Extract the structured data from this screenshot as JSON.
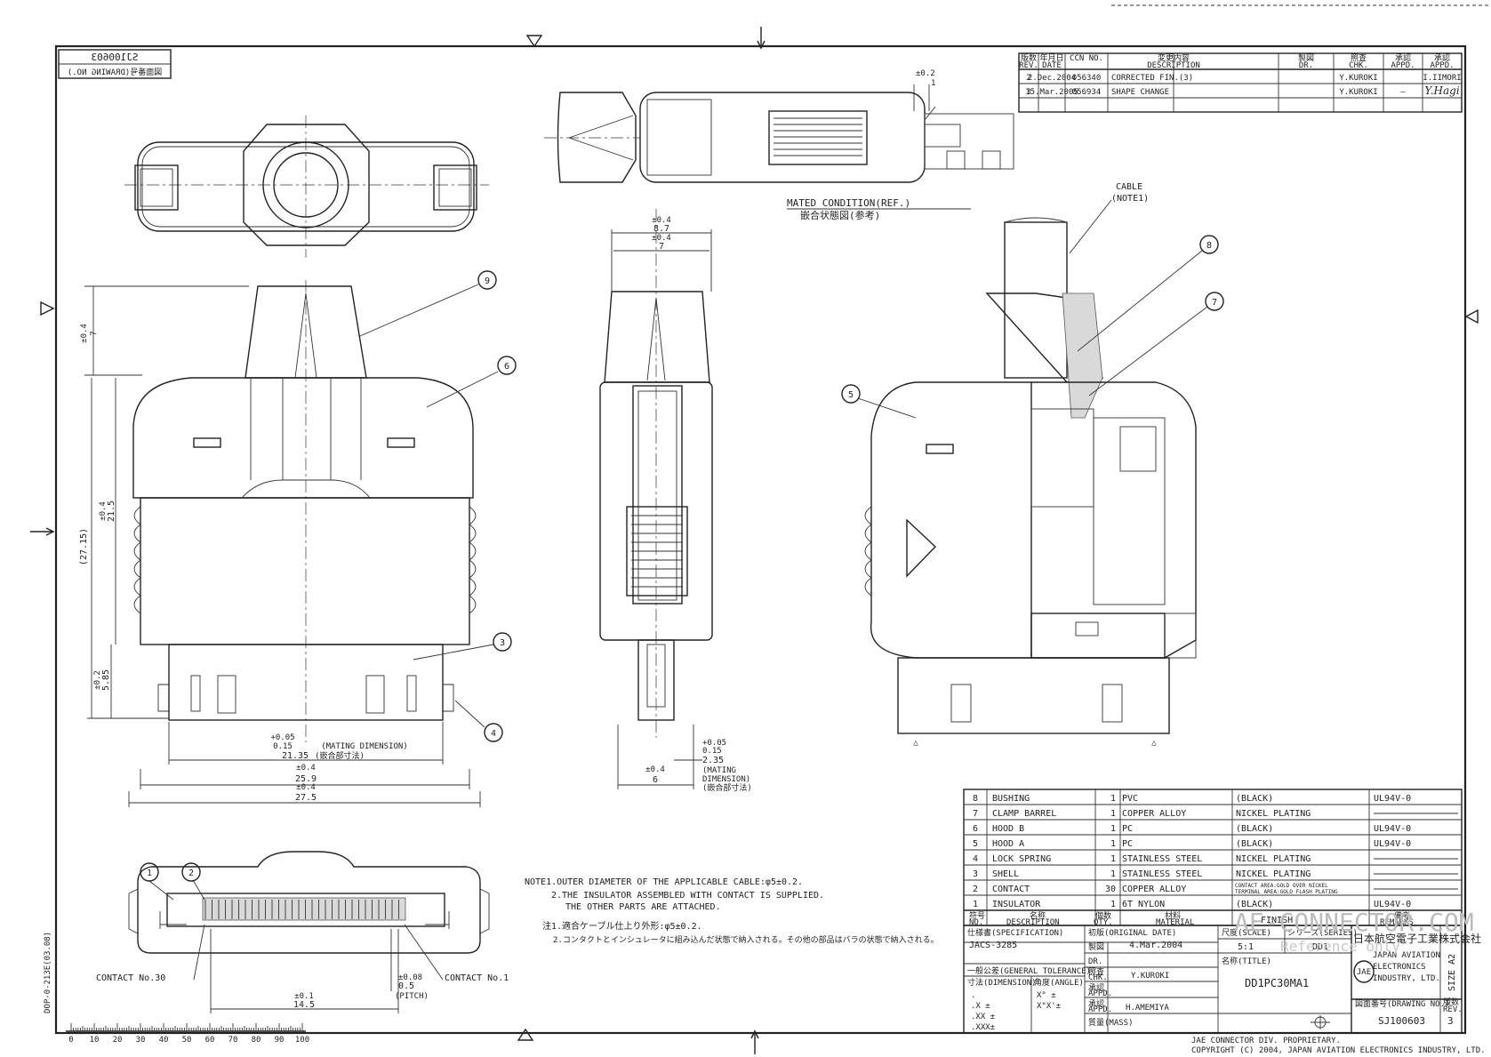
{
  "drawing": {
    "top_box": {
      "number_mirrored": "SJ100603",
      "label_mirrored": "図面番号(DRAWING NO.)"
    },
    "side_code": "DOP-0-213E(03.08)"
  },
  "revisions": {
    "headers": [
      "版数\nREV.",
      "年月日\nDATE",
      "CCN NO.",
      "変更内容\nDESCRIPTION",
      "製図\nDR.",
      "照査\nCHK.",
      "承認\nAPPD.",
      "承認\nAPPD."
    ],
    "rows": [
      [
        "2",
        "2.Dec.2004",
        "056340",
        "CORRECTED FIN.(3)",
        "",
        "Y.KUROKI",
        "",
        "I.IIMORI"
      ],
      [
        "3",
        "15.Mar.2005",
        "056934",
        "SHAPE CHANGE",
        "",
        "Y.KUROKI",
        "—",
        "Y.Hagi"
      ]
    ]
  },
  "views": {
    "mated_title_en": "MATED CONDITION(REF.)",
    "mated_title_jp": "嵌合状態図(参考)",
    "cable_label": "CABLE",
    "cable_note": "(NOTE1)",
    "callouts": [
      "1",
      "2",
      "4",
      "5",
      "6",
      "7",
      "8",
      "9"
    ]
  },
  "dimensions": {
    "top_tol_1": "±0.2",
    "top_val_1": "1",
    "d_40_4_a": "±0.4",
    "d_40_4_b": "7",
    "d_215_tol": "±0.4",
    "d_215": "21.5",
    "d_2715": "(27.15)",
    "d_585_tol": "±0.2",
    "d_585": "5.85",
    "d_2135_tol_a": "+0.05",
    "d_2135_tol_b": "0.15",
    "d_2135_note": "(MATING DIMENSION)",
    "d_2135": "21.35",
    "d_2135_jp": "(嵌合部寸法)",
    "d_259_tol": "±0.4",
    "d_259": "25.9",
    "d_275_tol": "±0.4",
    "d_275": "27.5",
    "d_87_tol": "±0.4",
    "d_87": "8.7",
    "d_7_tol": "±0.4",
    "d_7": "7",
    "d_6_tol": "±0.4",
    "d_6": "6",
    "d_235_tol_a": "+0.05",
    "d_235_tol_b": "0.15",
    "d_235": "2.35",
    "d_235_note_1": "(MATING",
    "d_235_note_2": "DIMENSION)",
    "d_235_jp": "(嵌合部寸法)",
    "d_145_tol": "±0.1",
    "d_145": "14.5",
    "d_05_tol": "±0.08",
    "d_05": "0.5",
    "d_05_note": "(PITCH)",
    "contact_30": "CONTACT No.30",
    "contact_1": "CONTACT No.1"
  },
  "notes": {
    "en_1": "NOTE1.OUTER DIAMETER OF THE APPLICABLE CABLE:φ5±0.2.",
    "en_2a": "2.THE INSULATOR ASSEMBLED WITH CONTACT IS SUPPLIED.",
    "en_2b": "THE OTHER PARTS ARE ATTACHED.",
    "jp_1": "注1.適合ケーブル仕上り外形:φ5±0.2.",
    "jp_2": "2.コンタクトとインシュレータに組み込んだ状態で納入される。その他の部品はバラの状態で納入される。"
  },
  "parts_list": {
    "rows": [
      {
        "no": "8",
        "desc": "BUSHING",
        "qty": "1",
        "mat": "PVC",
        "fin": "(BLACK)",
        "rem": "UL94V-0"
      },
      {
        "no": "7",
        "desc": "CLAMP BARREL",
        "qty": "1",
        "mat": "COPPER ALLOY",
        "fin": "NICKEL PLATING",
        "rem": ""
      },
      {
        "no": "6",
        "desc": "HOOD B",
        "qty": "1",
        "mat": "PC",
        "fin": "(BLACK)",
        "rem": "UL94V-0"
      },
      {
        "no": "5",
        "desc": "HOOD A",
        "qty": "1",
        "mat": "PC",
        "fin": "(BLACK)",
        "rem": "UL94V-0"
      },
      {
        "no": "4",
        "desc": "LOCK SPRING",
        "qty": "1",
        "mat": "STAINLESS STEEL",
        "fin": "NICKEL PLATING",
        "rem": ""
      },
      {
        "no": "3",
        "desc": "SHELL",
        "qty": "1",
        "mat": "STAINLESS STEEL",
        "fin": "NICKEL PLATING",
        "rem": ""
      },
      {
        "no": "2",
        "desc": "CONTACT",
        "qty": "30",
        "mat": "COPPER ALLOY",
        "fin": "CONTACT AREA:GOLD OVER NICKEL / TERMINAL AREA:GOLD FLASH PLATING",
        "rem": ""
      },
      {
        "no": "1",
        "desc": "INSULATOR",
        "qty": "1",
        "mat": "6T NYLON",
        "fin": "(BLACK)",
        "rem": "UL94V-0"
      }
    ],
    "header": {
      "no": "符号\nNO.",
      "desc": "名称\nDESCRIPTION",
      "qty": "個数\nQTY.",
      "mat": "材料\nMATERIAL",
      "fin": "FINISH",
      "rem": "備考\nREMARKS"
    }
  },
  "title_block": {
    "spec_label": "仕様書(SPECIFICATION)",
    "spec_value": "JACS-3285",
    "orig_date_label": "初版(ORIGINAL DATE)",
    "orig_date": "4.Mar.2004",
    "scale_label": "尺度(SCALE)",
    "scale": "5:1",
    "series_label": "シリーズ(SERIES)",
    "series": "DD1",
    "tol_label": "一般公差(GENERAL TOLERANCE)",
    "dim_label": "寸法(DIMENSION)",
    "ang_label": "角度(ANGLE)",
    "tol_rows": [
      ".",
      ".X  ±",
      ".XX  ±",
      ".XXX±"
    ],
    "ang_rows": [
      "X°  ±",
      "X°X'±"
    ],
    "dr_label": "製図\nDR.",
    "chk_label": "照査\nCHK.",
    "chk_name": "Y.KUROKI",
    "appd_label": "承認\nAPPD.",
    "appd2_label": "承認\nAPPD.",
    "appd_name": "H.AMEMIYA",
    "title_label": "名称(TITLE)",
    "title": "DD1PC30MA1",
    "mass_label": "質量(MASS)",
    "company_jp": "日本航空電子工業株式会社",
    "company_en_1": "JAPAN AVIATION",
    "company_en_2": "ELECTRONICS",
    "company_en_3": "INDUSTRY, LTD.",
    "logo": "JAE",
    "dwg_label": "図面番号(DRAWING NO.)",
    "dwg_no": "SJ100603",
    "rev_label": "版数\nREV.",
    "rev": "3",
    "size": "SIZE A2",
    "watermark_1": "AE-CONNECTOR.COM",
    "watermark_2": "Reference only",
    "footer_1": "JAE CONNECTOR DIV. PROPRIETARY.",
    "footer_2": "COPYRIGHT (C) 2004, JAPAN AVIATION ELECTRONICS INDUSTRY, LTD."
  },
  "ruler": {
    "labels": [
      "0",
      "10",
      "20",
      "30",
      "40",
      "50",
      "60",
      "70",
      "80",
      "90",
      "100"
    ]
  }
}
